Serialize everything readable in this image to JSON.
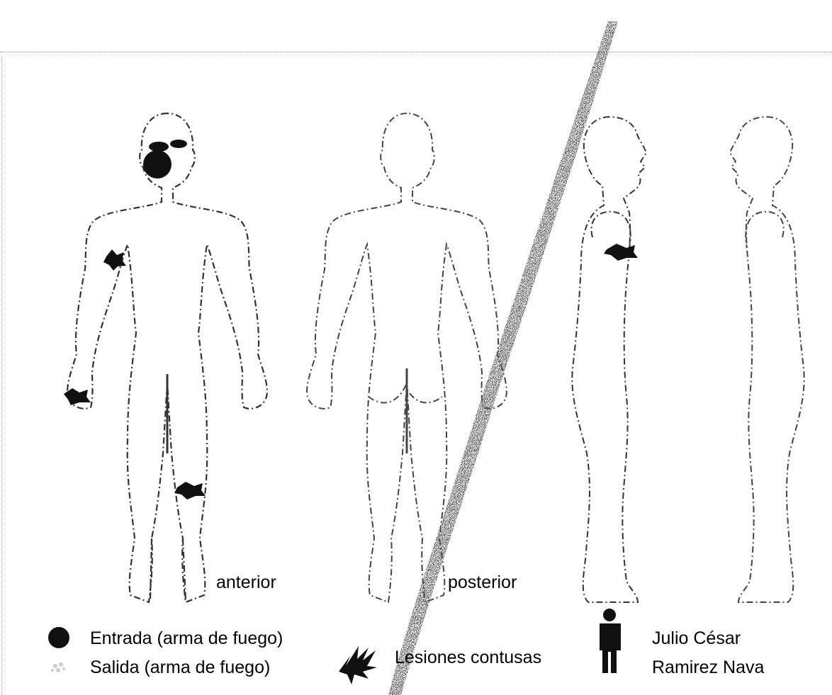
{
  "views": {
    "anterior": "anterior",
    "posterior": "posterior"
  },
  "legend": {
    "entrada": "Entrada (arma de fuego)",
    "salida": "Salida (arma de fuego)",
    "contusas": "Lesiones contusas",
    "person_line1": "Julio César",
    "person_line2": "Ramirez Nava"
  },
  "colors": {
    "outline": "#333333",
    "lesion": "#111111",
    "slash": "#555555"
  }
}
